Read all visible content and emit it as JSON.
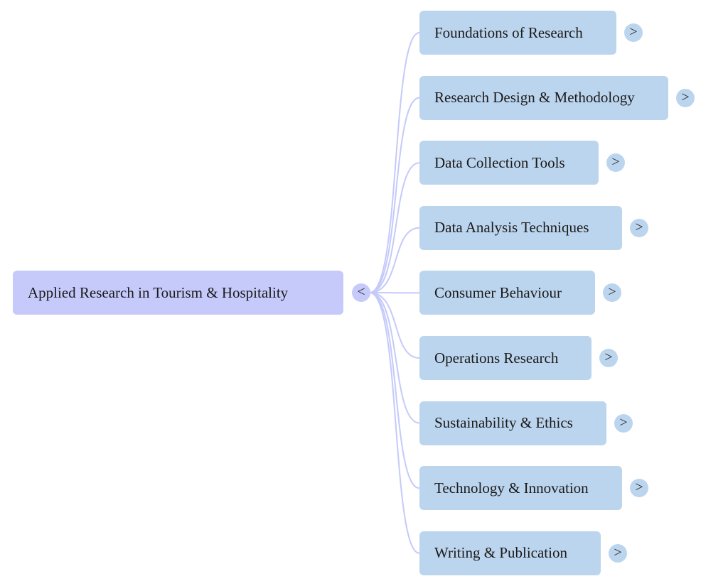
{
  "mindmap": {
    "colors": {
      "root_fill": "#c5cafa",
      "child_fill": "#bcd5ee",
      "connector": "#c5cafa"
    },
    "root": {
      "label": "Applied Research in Tourism & Hospitality",
      "toggle": "<",
      "expanded": true
    },
    "children": [
      {
        "label": "Foundations of Research",
        "toggle": ">",
        "expanded": false
      },
      {
        "label": "Research Design & Methodology",
        "toggle": ">",
        "expanded": false
      },
      {
        "label": "Data Collection Tools",
        "toggle": ">",
        "expanded": false
      },
      {
        "label": "Data Analysis Techniques",
        "toggle": ">",
        "expanded": false
      },
      {
        "label": "Consumer Behaviour",
        "toggle": ">",
        "expanded": false
      },
      {
        "label": "Operations Research",
        "toggle": ">",
        "expanded": false
      },
      {
        "label": "Sustainability & Ethics",
        "toggle": ">",
        "expanded": false
      },
      {
        "label": "Technology & Innovation",
        "toggle": ">",
        "expanded": false
      },
      {
        "label": "Writing & Publication",
        "toggle": ">",
        "expanded": false
      }
    ]
  }
}
